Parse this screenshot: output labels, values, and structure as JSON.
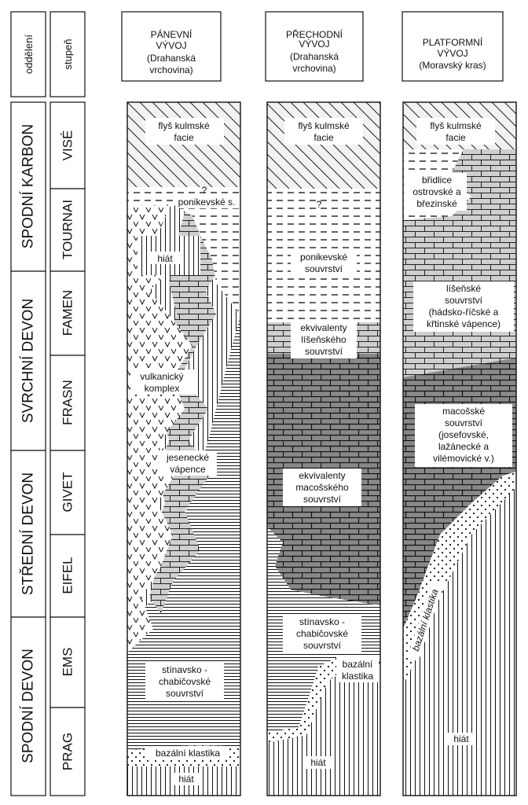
{
  "header": {
    "col_division": "oddělení",
    "col_stage": "stupeň",
    "panel1": [
      "PÁNEVNÍ",
      "VÝVOJ",
      "(Drahanská",
      "vrchovina)"
    ],
    "panel2": [
      "PŘECHODNÍ",
      "VÝVOJ",
      "(Drahanská",
      "vrchovina)"
    ],
    "panel3": [
      "PLATFORMNÍ",
      "VÝVOJ",
      "(Moravský kras)"
    ]
  },
  "divisions": [
    "SPODNÍ KARBON",
    "SVRCHNÍ DEVON",
    "STŘEDNÍ DEVON",
    "SPODNÍ DEVON"
  ],
  "stages": [
    "VISÉ",
    "TOURNAI",
    "FAMEN",
    "FRASN",
    "GIVET",
    "EIFEL",
    "EMS",
    "PRAG"
  ],
  "col1": {
    "flysh": [
      "flyš kulmské",
      "facie"
    ],
    "question": "?",
    "ponikev": "ponikevské s.",
    "hiat_top": "hiát",
    "volcanic": [
      "vulkanický",
      "komplex"
    ],
    "jesenec": [
      "jesenecké",
      "vápence"
    ],
    "stinav": [
      "stínavsko -",
      "chabičovské",
      "souvrství"
    ],
    "bazal": "bazální klastika",
    "hiat_bottom": "hiát"
  },
  "col2": {
    "flysh": [
      "flyš kulmské",
      "facie"
    ],
    "question": "?",
    "ponikev": [
      "ponikevské",
      "souvrství"
    ],
    "lisen_eq": [
      "ekvivalenty",
      "líšeňského",
      "souvrství"
    ],
    "macos_eq": [
      "ekvivalenty",
      "macošského",
      "souvrství"
    ],
    "stinav": [
      "stínavsko -",
      "chabičovské",
      "souvrství"
    ],
    "bazal": [
      "bazální",
      "klastika"
    ],
    "hiat": "hiát"
  },
  "col3": {
    "flysh": [
      "flyš kulmské",
      "facie"
    ],
    "brdlice": [
      "břidlice",
      "ostrovské a",
      "březinské"
    ],
    "lisen": [
      "líšeňské",
      "souvrství",
      "(hádsko-říčské a",
      "křtinské vápence)"
    ],
    "macos": [
      "macošské",
      "souvrství",
      "(josefovské,",
      "lažánecké a",
      "vilémovické v.)"
    ],
    "bazal": "bazální klastika",
    "hiat": "hiát"
  }
}
